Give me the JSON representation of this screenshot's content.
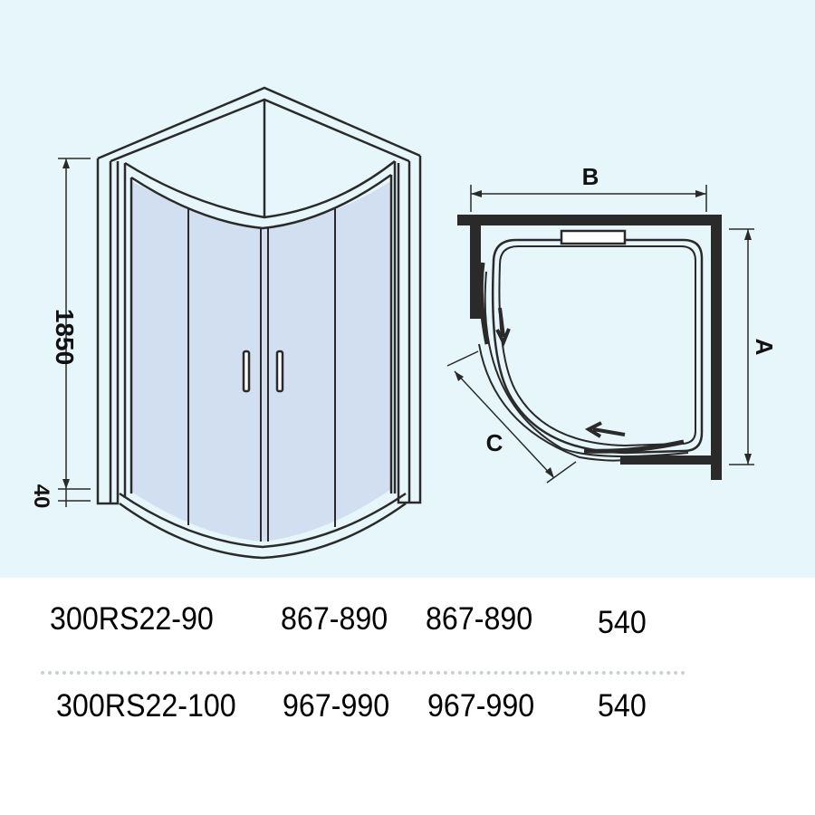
{
  "diagram": {
    "height_label": "1850",
    "base_label": "40",
    "width_label_b": "B",
    "depth_label_a": "A",
    "door_label_c": "C",
    "colors": {
      "background": "#e6f6fa",
      "glass": "#d2dff0",
      "line": "#2a2a2a"
    }
  },
  "table": {
    "rows": [
      {
        "model": "300RS22-90",
        "a": "867-890",
        "b": "867-890",
        "c": "540"
      },
      {
        "model": "300RS22-100",
        "a": "967-990",
        "b": "967-990",
        "c": "540"
      }
    ]
  }
}
